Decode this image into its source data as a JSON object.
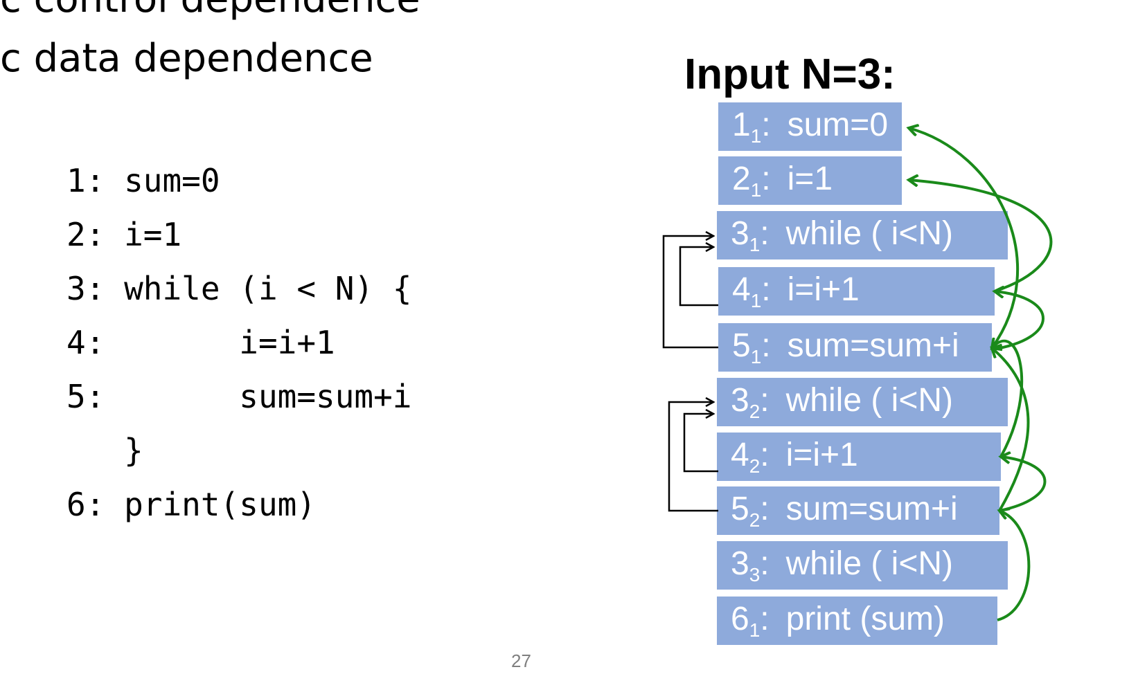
{
  "bullets": [
    "c control dependence",
    "c data dependence"
  ],
  "code": [
    "1: sum=0",
    "2: i=1",
    "3: while (i < N) {",
    "4:       i=i+1",
    "5:       sum=sum+i",
    "   }",
    "6: print(sum)"
  ],
  "trace": {
    "title": "Input N=3:",
    "statements": [
      {
        "line": "1",
        "instance": "1",
        "text": "sum=0"
      },
      {
        "line": "2",
        "instance": "1",
        "text": "i=1"
      },
      {
        "line": "3",
        "instance": "1",
        "text": "while ( i<N)"
      },
      {
        "line": "4",
        "instance": "1",
        "text": "i=i+1"
      },
      {
        "line": "5",
        "instance": "1",
        "text": "sum=sum+i"
      },
      {
        "line": "3",
        "instance": "2",
        "text": "while ( i<N)"
      },
      {
        "line": "4",
        "instance": "2",
        "text": "i=i+1"
      },
      {
        "line": "5",
        "instance": "2",
        "text": "sum=sum+i"
      },
      {
        "line": "3",
        "instance": "3",
        "text": "while ( i<N)"
      },
      {
        "line": "6",
        "instance": "1",
        "text": "print (sum)"
      }
    ]
  },
  "colors": {
    "box": "#8eaadb",
    "data_edge": "#1a8a1a",
    "control_edge": "#000000"
  },
  "page_number": "27"
}
